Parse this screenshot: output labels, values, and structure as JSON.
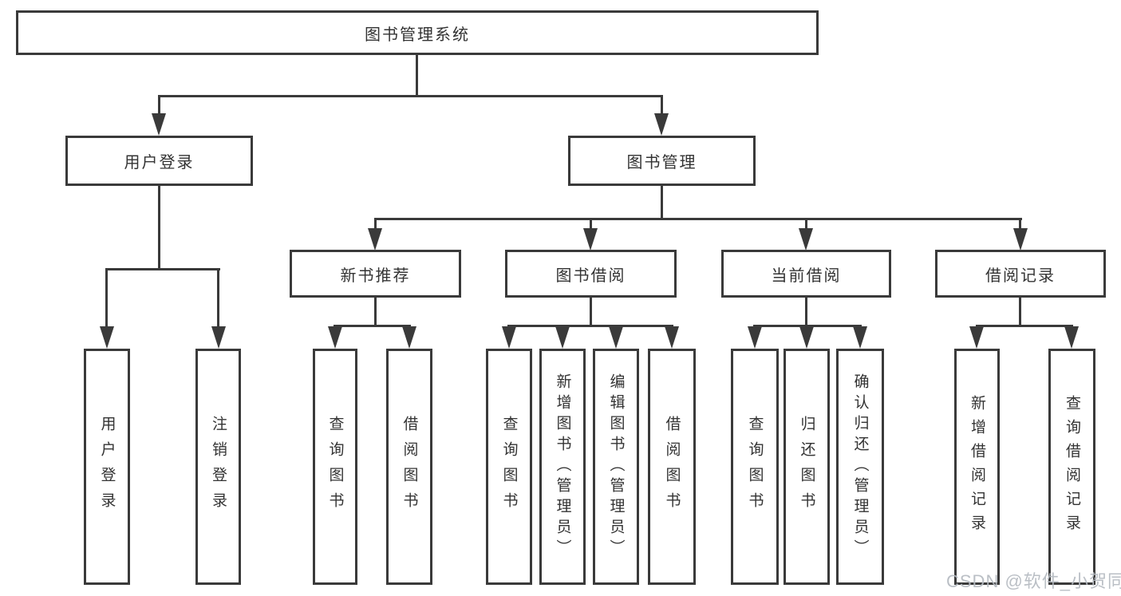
{
  "diagram": {
    "root": {
      "label": "图书管理系统"
    },
    "level2": [
      {
        "label": "用户登录"
      },
      {
        "label": "图书管理"
      }
    ],
    "level3": [
      {
        "label": "新书推荐",
        "parent": "图书管理"
      },
      {
        "label": "图书借阅",
        "parent": "图书管理"
      },
      {
        "label": "当前借阅",
        "parent": "图书管理"
      },
      {
        "label": "借阅记录",
        "parent": "图书管理"
      }
    ],
    "leaves": [
      {
        "label": "用户登录",
        "parent": "用户登录"
      },
      {
        "label": "注销登录",
        "parent": "用户登录"
      },
      {
        "label": "查询图书",
        "parent": "新书推荐"
      },
      {
        "label": "借阅图书",
        "parent": "新书推荐"
      },
      {
        "label": "查询图书",
        "parent": "图书借阅"
      },
      {
        "label": "新增图书（管理员）",
        "parent": "图书借阅"
      },
      {
        "label": "编辑图书（管理员）",
        "parent": "图书借阅"
      },
      {
        "label": "借阅图书",
        "parent": "图书借阅"
      },
      {
        "label": "查询图书",
        "parent": "当前借阅"
      },
      {
        "label": "归还图书",
        "parent": "当前借阅"
      },
      {
        "label": "确认归还（管理员）",
        "parent": "当前借阅"
      },
      {
        "label": "新增借阅记录",
        "parent": "借阅记录"
      },
      {
        "label": "查询借阅记录",
        "parent": "借阅记录"
      }
    ],
    "watermark": "CSDN @软件_小贺同学",
    "colors": {
      "line": "#3a3a3a",
      "text": "#333333",
      "background": "#ffffff",
      "watermark": "#b5bac1"
    }
  }
}
